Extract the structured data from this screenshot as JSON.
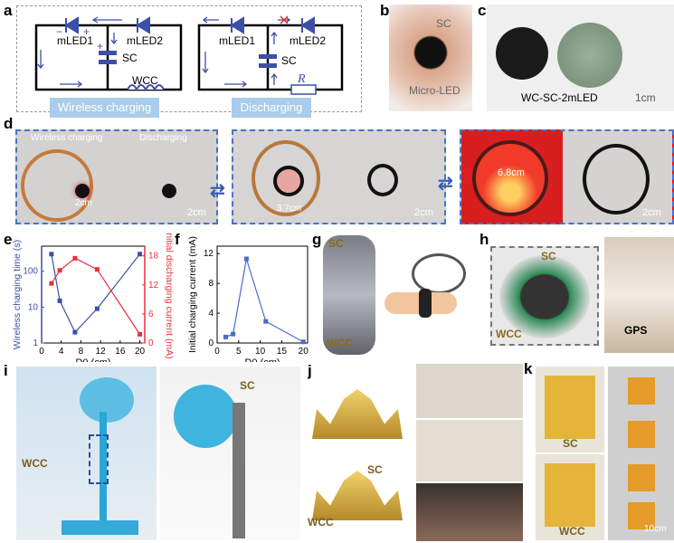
{
  "panels": {
    "a": "a",
    "b": "b",
    "c": "c",
    "d": "d",
    "e": "e",
    "f": "f",
    "g": "g",
    "h": "h",
    "i": "i",
    "j": "j",
    "k": "k"
  },
  "a": {
    "mled1": "mLED1",
    "mled2": "mLED2",
    "sc": "SC",
    "wcc": "WCC",
    "r": "R",
    "plus": "+",
    "minus": "−",
    "mode1": "Wireless charging",
    "mode2": "Discharging"
  },
  "b": {
    "sc": "SC",
    "microled": "Micro-LED"
  },
  "c": {
    "device": "WC-SC-2mLED",
    "scale": "1cm"
  },
  "d": {
    "wireless": "Wireless charging",
    "discharging": "Discharging",
    "d1": "2cm",
    "d2": "3.7cm",
    "d3": "6.8cm",
    "scale": "2cm"
  },
  "g": {
    "sc": "SC",
    "wcc": "WCC"
  },
  "h": {
    "sc": "SC",
    "wcc": "WCC",
    "gps": "GPS"
  },
  "i": {
    "wcc": "WCC",
    "sc": "SC"
  },
  "j": {
    "sc": "SC",
    "wcc": "WCC"
  },
  "k": {
    "sc": "SC",
    "wcc": "WCC",
    "scale": "10cm"
  },
  "chart_data": [
    {
      "type": "line",
      "panel": "e",
      "xlabel": "D0 (cm)",
      "x": [
        2,
        3.7,
        6.8,
        11.3,
        20
      ],
      "xlim": [
        0,
        21
      ],
      "xticks": [
        0,
        4,
        8,
        12,
        16,
        20
      ],
      "series": [
        {
          "name": "Wireless charging time (s)",
          "axis": "left",
          "scale": "log",
          "color": "#3b4fa8",
          "ylim": [
            1,
            500
          ],
          "yticks": [
            1,
            10,
            100
          ],
          "values": [
            300,
            15,
            2,
            9,
            300
          ]
        },
        {
          "name": "Initial discharging current (mA)",
          "axis": "right",
          "scale": "linear",
          "color": "#e8303a",
          "ylim": [
            0,
            20
          ],
          "yticks": [
            0,
            6,
            12,
            18
          ],
          "values": [
            12.3,
            15,
            17.5,
            15.2,
            1.8
          ]
        }
      ]
    },
    {
      "type": "line",
      "panel": "f",
      "xlabel": "D0 (cm)",
      "ylabel": "Initial charging current (mA)",
      "x": [
        2,
        3.7,
        6.8,
        11.3,
        20
      ],
      "xlim": [
        0,
        21
      ],
      "xticks": [
        0,
        5,
        10,
        15,
        20
      ],
      "ylim": [
        0,
        13
      ],
      "yticks": [
        0,
        4,
        8,
        12
      ],
      "series": [
        {
          "name": "Initial charging current (mA)",
          "color": "#4a6cc8",
          "values": [
            0.8,
            1.2,
            11.3,
            2.9,
            0.15
          ]
        }
      ]
    }
  ]
}
